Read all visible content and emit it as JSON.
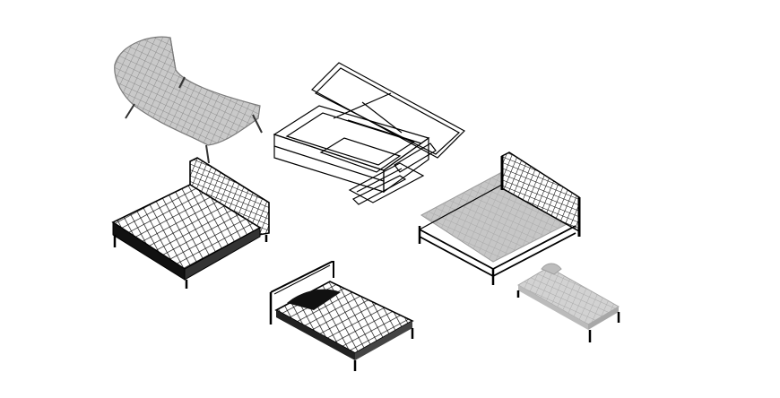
{
  "scene": {
    "background": "#ffffff",
    "colors": {
      "line_dark": "#000000",
      "line_grey": "#8a8a8a",
      "fill_grey": "#c4c4c4",
      "fill_light": "#e6e6e6"
    },
    "items": [
      {
        "name": "curved-chaise-lounge",
        "style": "grey wireframe"
      },
      {
        "name": "lift-storage-bed-frame",
        "style": "black line drawing"
      },
      {
        "name": "upholstered-platform-bed",
        "style": "black wireframe"
      },
      {
        "name": "grey-tall-headboard-bed",
        "style": "grey with black frame"
      },
      {
        "name": "metal-frame-bed",
        "style": "black wireframe"
      },
      {
        "name": "grey-daybed-bench",
        "style": "grey with black legs"
      }
    ]
  }
}
